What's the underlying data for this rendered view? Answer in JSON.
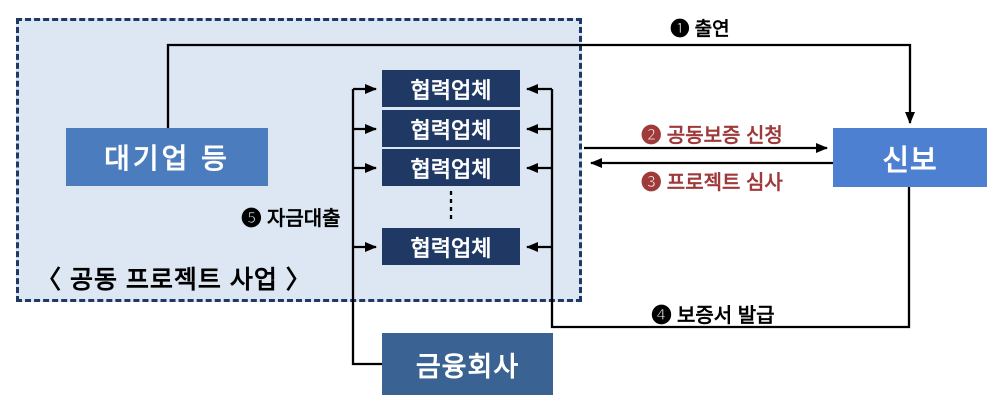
{
  "diagram": {
    "group": {
      "label": "〈 공동 프로젝트 사업 〉"
    },
    "nodes": {
      "large_company": {
        "label": "대기업 등"
      },
      "partner": {
        "label": "협력업체",
        "count_shown": 4,
        "ellipsis_between": true
      },
      "shinbo": {
        "label": "신보"
      },
      "financial_company": {
        "label": "금융회사"
      }
    },
    "flows": {
      "contribution": {
        "label": "❶ 출연",
        "from": "large_company",
        "to": "shinbo"
      },
      "joint_guarantee_request": {
        "label": "❷ 공동보증 신청",
        "from": "joint_project_group",
        "to": "shinbo"
      },
      "project_review": {
        "label": "❸ 프로젝트 심사",
        "from": "shinbo",
        "to": "joint_project_group"
      },
      "guarantee_issuance": {
        "label": "❹ 보증서 발급",
        "from": "shinbo",
        "to": "partner"
      },
      "fund_loan": {
        "label": "❺ 자금대출",
        "from": "financial_company",
        "to": "partner"
      }
    },
    "colors": {
      "large_company_box": "#4B7CBE",
      "shinbo_box": "#4E80D2",
      "partner_box": "#1F3864",
      "financial_company_box": "#3A6292",
      "group_background": "#DCE7F3",
      "group_border": "#1F3864",
      "flow_label_black": "#000000",
      "flow_label_red": "#9E3A39",
      "arrow": "#000000"
    }
  }
}
